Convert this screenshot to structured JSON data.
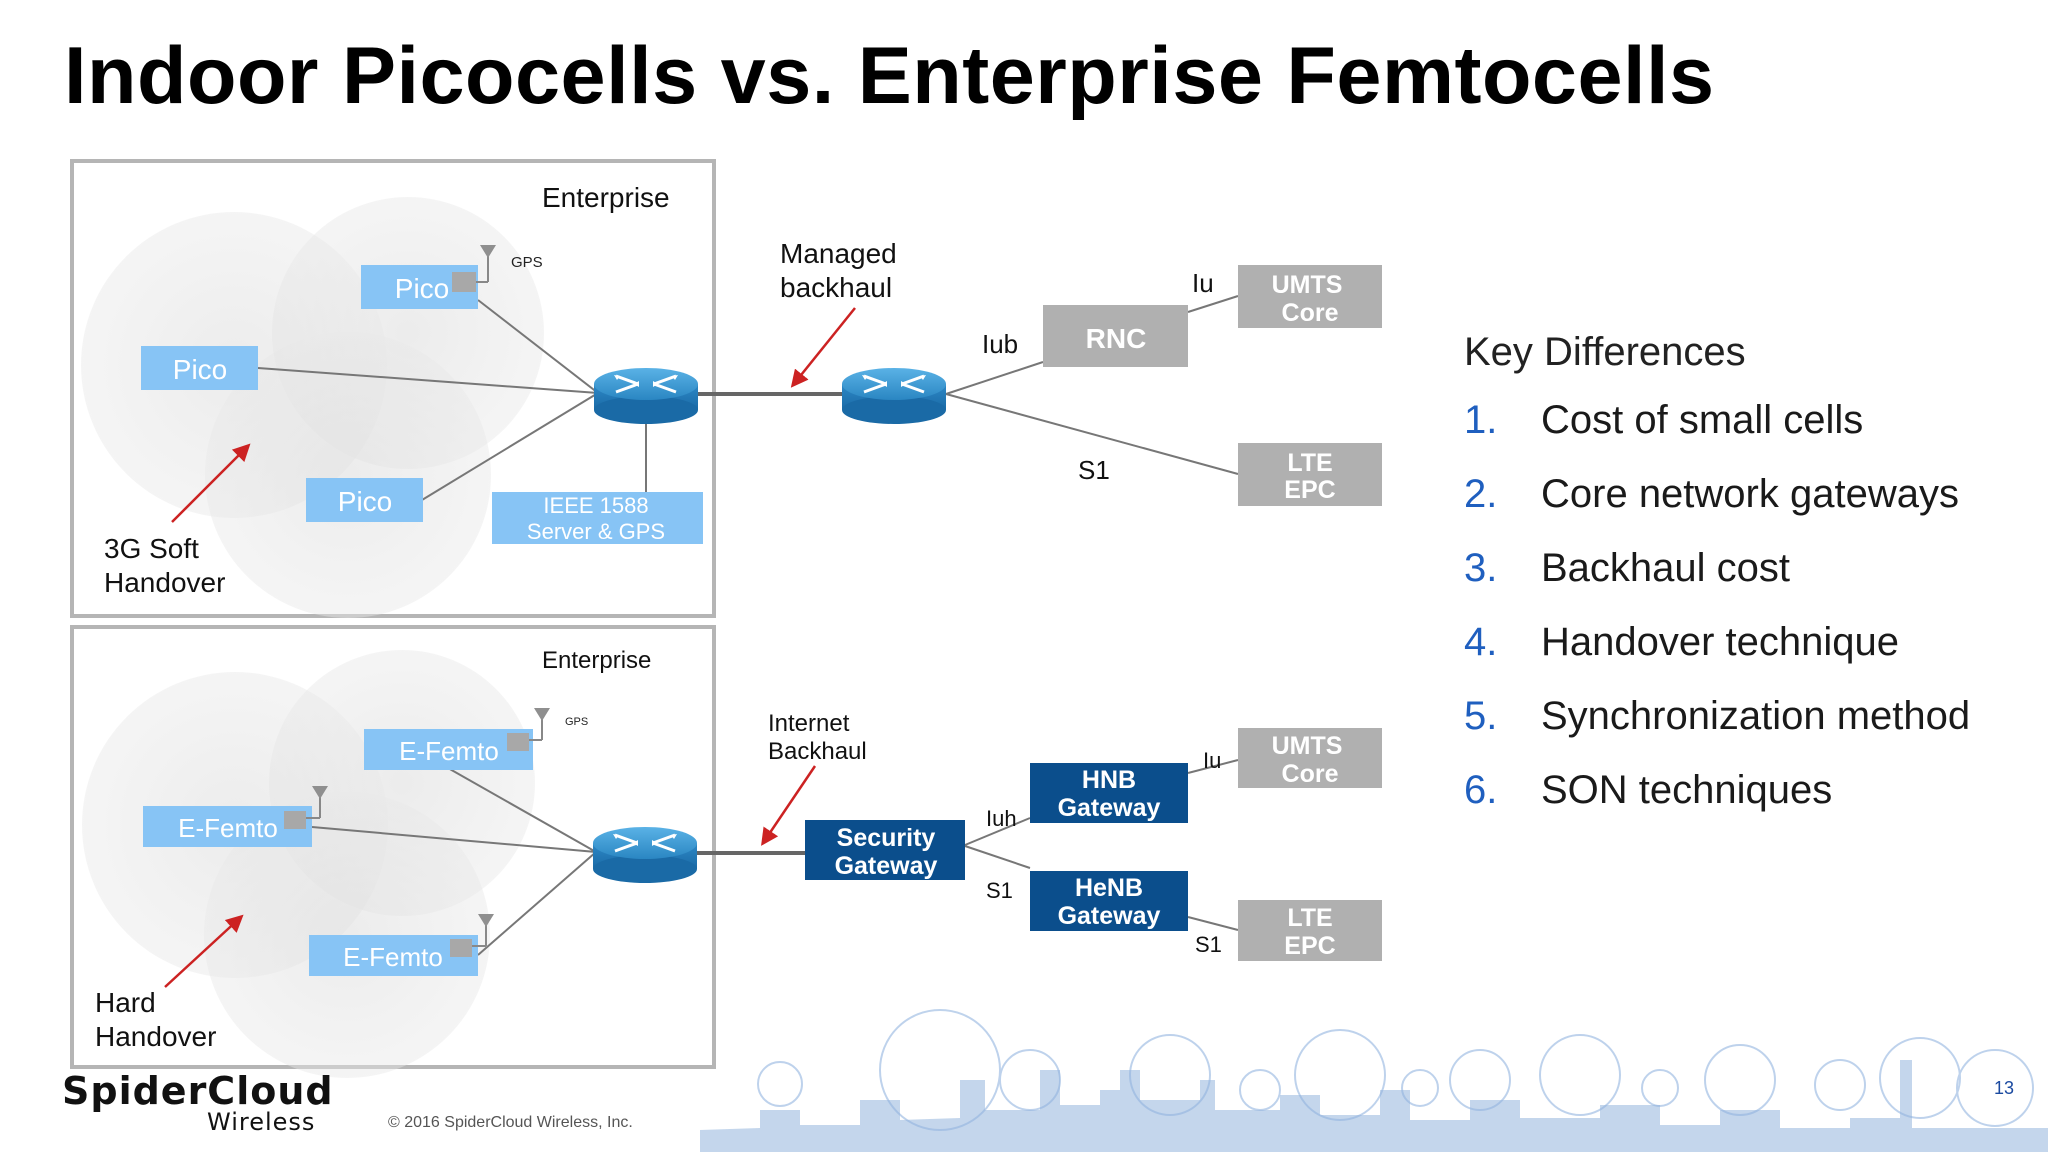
{
  "title": "Indoor Picocells vs. Enterprise Femtocells",
  "top_panel": {
    "enterprise_label": "Enterprise",
    "cells": [
      "Pico",
      "Pico",
      "Pico"
    ],
    "gps_label": "GPS",
    "ieee_box": [
      "IEEE 1588",
      "Server & GPS"
    ],
    "handover_label": [
      "3G Soft",
      "Handover"
    ],
    "backhaul_label": [
      "Managed",
      "backhaul"
    ],
    "rnc_label": "RNC",
    "iub_label": "Iub",
    "iu_label": "Iu",
    "s1_label": "S1",
    "umts_core": [
      "UMTS",
      "Core"
    ],
    "lte_epc": [
      "LTE",
      "EPC"
    ]
  },
  "bottom_panel": {
    "enterprise_label": "Enterprise",
    "cells": [
      "E-Femto",
      "E-Femto",
      "E-Femto"
    ],
    "gps_label": "GPS",
    "handover_label": [
      "Hard",
      "Handover"
    ],
    "backhaul_label": [
      "Internet",
      "Backhaul"
    ],
    "security_gateway": [
      "Security",
      "Gateway"
    ],
    "hnb_gateway": [
      "HNB",
      "Gateway"
    ],
    "henb_gateway": [
      "HeNB",
      "Gateway"
    ],
    "iuh_label": "Iuh",
    "iu_label": "Iu",
    "s1_label_a": "S1",
    "s1_label_b": "S1",
    "umts_core": [
      "UMTS",
      "Core"
    ],
    "lte_epc": [
      "LTE",
      "EPC"
    ]
  },
  "key_differences": {
    "title": "Key Differences",
    "items": [
      {
        "num": "1.",
        "label": "Cost of small cells"
      },
      {
        "num": "2.",
        "label": "Core network gateways"
      },
      {
        "num": "3.",
        "label": "Backhaul cost"
      },
      {
        "num": "4.",
        "label": "Handover technique"
      },
      {
        "num": "5.",
        "label": "Synchronization method"
      },
      {
        "num": "6.",
        "label": "SON techniques"
      }
    ]
  },
  "footer": {
    "logo_top": "SpiderCloud",
    "logo_bottom": "Wireless",
    "copyright": "© 2016 SpiderCloud Wireless, Inc.",
    "page_number": "13"
  },
  "colors": {
    "cell_box": "#87c4f5",
    "dark_box": "#0b4e8c",
    "gray_box": "#b0b0b0",
    "router": "#2f8fc9",
    "arrow": "#cc2222",
    "accent_number": "#1f5fbf"
  }
}
